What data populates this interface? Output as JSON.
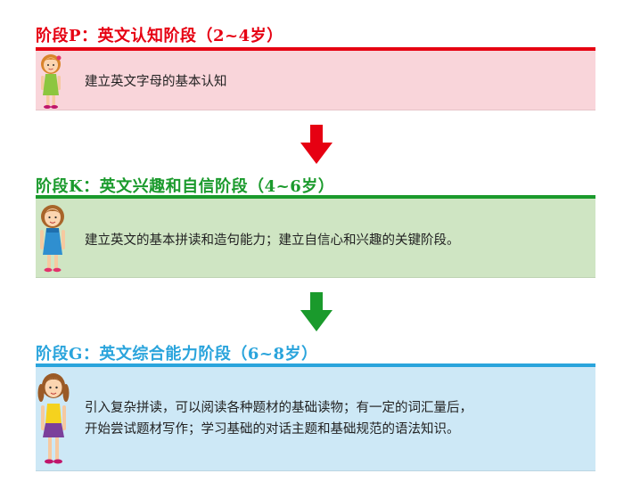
{
  "stages": [
    {
      "title": "阶段P：英文认知阶段（2~4岁）",
      "color": "#e60012",
      "box_color": "#f9d5da",
      "lines": [
        "建立英文字母的基本认知"
      ],
      "icon": "girl-orange-hair-green-dress-icon"
    },
    {
      "title": "阶段K：英文兴趣和自信阶段（4~6岁）",
      "color": "#1a9a2c",
      "box_color": "#cfe5c3",
      "lines": [
        "建立英文的基本拼读和造句能力；建立自信心和兴趣的关键阶段。"
      ],
      "icon": "girl-brown-hair-blue-dress-icon"
    },
    {
      "title": "阶段G：英文综合能力阶段（6~8岁）",
      "color": "#2aa4dc",
      "box_color": "#cde8f6",
      "lines": [
        "引入复杂拼读，可以阅读各种题材的基础读物；有一定的词汇量后，",
        "开始尝试题材写作；学习基础的对话主题和基础规范的语法知识。"
      ],
      "icon": "girl-pigtails-yellow-dress-icon"
    }
  ],
  "arrows": [
    {
      "color": "#e60012",
      "icon": "down-arrow-red-icon"
    },
    {
      "color": "#1a9a2c",
      "icon": "down-arrow-green-icon"
    }
  ]
}
